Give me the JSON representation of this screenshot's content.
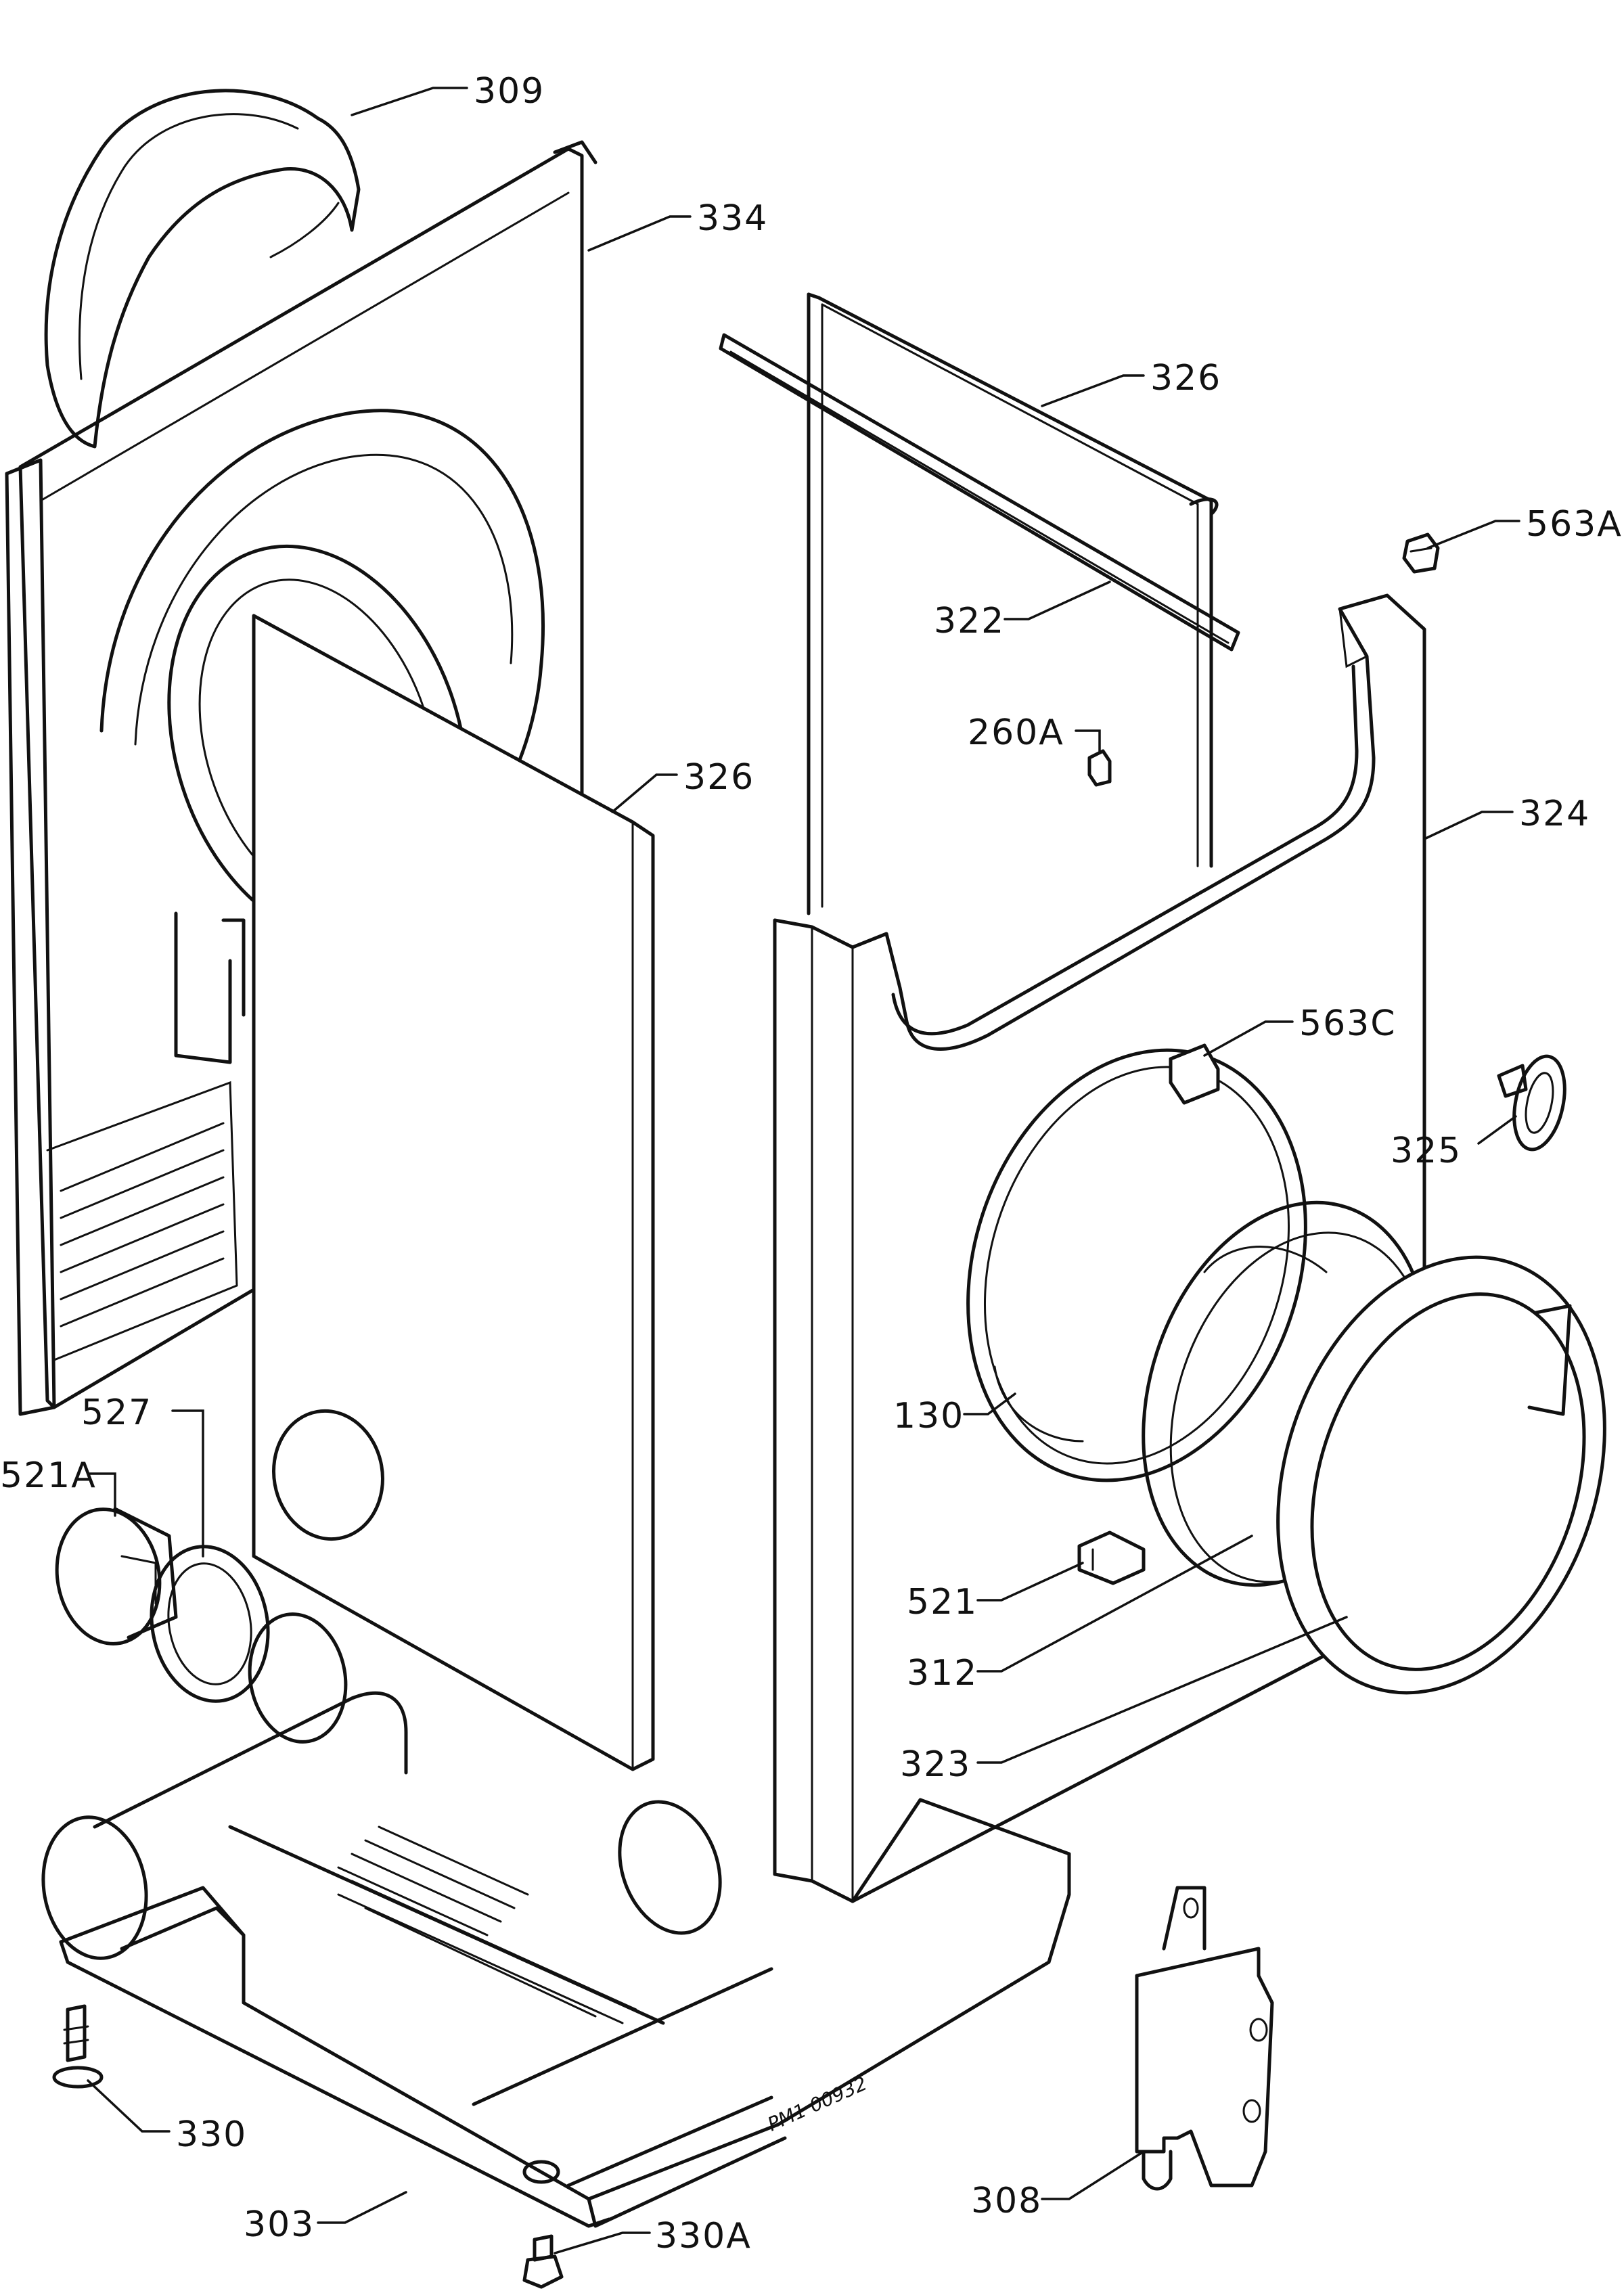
{
  "diagram": {
    "callouts": {
      "c309": "309",
      "c334": "334",
      "c326_top": "326",
      "c563a": "563A",
      "c322": "322",
      "c260a": "260A",
      "c326_mid": "326",
      "c324": "324",
      "c563c": "563C",
      "c325": "325",
      "c527": "527",
      "c521a": "521A",
      "c130": "130",
      "c521": "521",
      "c312": "312",
      "c323": "323",
      "c330": "330",
      "c303": "303",
      "c308": "308",
      "c330a": "330A"
    },
    "drawing_ref": "PM1 00932"
  }
}
